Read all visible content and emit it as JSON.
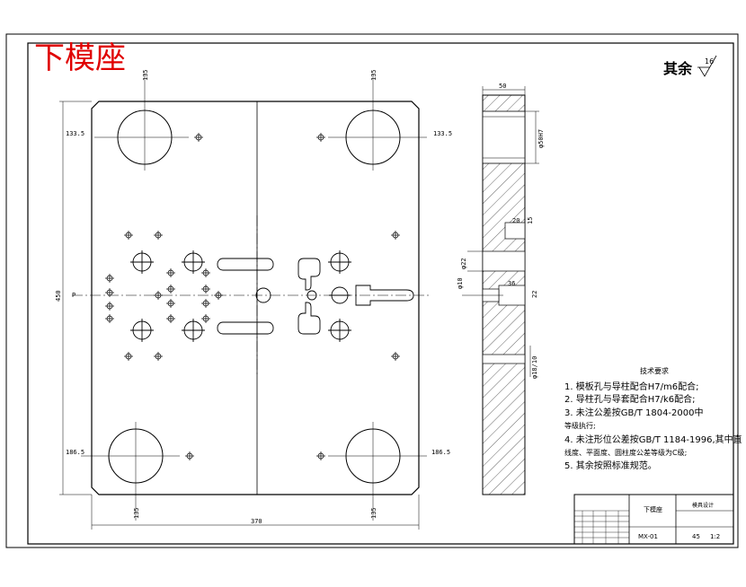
{
  "title": "下模座",
  "surface_finish": {
    "prefix": "其余",
    "value": "16"
  },
  "dimensions": {
    "corner_tl": "135",
    "corner_tr": "135",
    "corner_bl": "135",
    "corner_br": "135",
    "offset_tl": "133.5",
    "offset_tr": "133.5",
    "offset_bl": "186.5",
    "offset_br": "186.5",
    "height": "450",
    "width": "370",
    "center_p": "P",
    "side_thickness": "50",
    "bore_dia": "φ50H7",
    "hole_dims": [
      "20",
      "15",
      "22",
      "36",
      "φ22",
      "φ10",
      "φ18/10"
    ]
  },
  "tech_requirements": {
    "heading": "技术要求",
    "items": [
      "1.  模板孔与导柱配合H7/m6配合;",
      "2.  导柱孔与导套配合H7/k6配合;",
      "3.  未注公差按GB/T 1804-2000中",
      "     等级执行;",
      "4.  未注形位公差按GB/T 1184-1996,其中直",
      "     线度、平面度、圆柱度公差等级为C级;",
      "5.  其余按照标准规范。"
    ]
  },
  "title_block": {
    "part_name": "下模座",
    "material": "45",
    "scale": "1:2",
    "drawing_no": "MX-01",
    "company": "模具设计"
  }
}
